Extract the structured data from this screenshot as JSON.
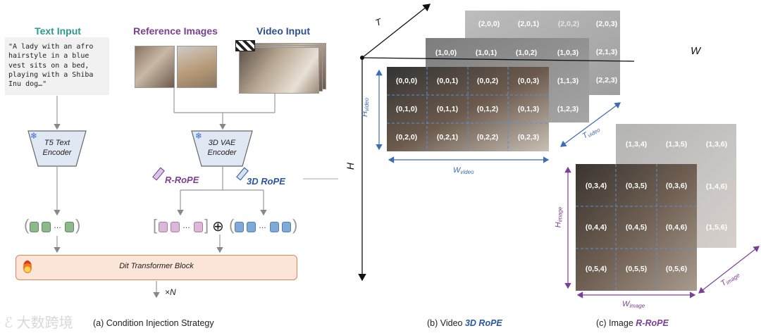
{
  "left_panel": {
    "text_input_title": "Text Input",
    "reference_images_title": "Reference Images",
    "video_input_title": "Video Input",
    "prompt_text": "\"A lady with an afro\nhairstyle in a blue\nvest sits on a bed,\nplaying with a Shiba\nInu dog…\"",
    "t5_encoder_line1": "T5 Text",
    "t5_encoder_line2": "Encoder",
    "vae_encoder_line1": "3D VAE",
    "vae_encoder_line2": "Encoder",
    "r_rope_tag": "R-RoPE",
    "rope3d_tag": "3D RoPE",
    "dit_block": "Dit Transformer Block",
    "repeat": "×N",
    "plus": "⊕",
    "caption": "(a) Condition Injection Strategy",
    "watermark": "大数跨境"
  },
  "video_panel": {
    "axis_t": "T",
    "axis_w": "W",
    "axis_h": "H",
    "h_video_main": "H",
    "h_video_sub": "video",
    "w_video_main": "W",
    "w_video_sub": "video",
    "t_video_main": "T",
    "t_video_sub": "video",
    "frame2_labels": [
      "(2,0,0)",
      "(2,0,1)",
      "(2,0,2)",
      "(2,0,3)",
      "(2,1,3)",
      "(2,2,3)"
    ],
    "frame1_labels": [
      "(1,0,0)",
      "(1,0,1)",
      "(1,0,2)",
      "(1,0,3)",
      "(1,1,3)",
      "(1,2,3)"
    ],
    "frame0_labels": [
      "(0,0,0)",
      "(0,0,1)",
      "(0,0,2)",
      "(0,0,3)",
      "(0,1,0)",
      "(0,1,1)",
      "(0,1,2)",
      "(0,1,3)",
      "(0,2,0)",
      "(0,2,1)",
      "(0,2,2)",
      "(0,2,3)"
    ],
    "caption_prefix": "(b) Video ",
    "caption_tag": "3D RoPE"
  },
  "image_panel": {
    "h_image_main": "H",
    "h_image_sub": "image",
    "w_image_main": "W",
    "w_image_sub": "image",
    "t_image_main": "T",
    "t_image_sub": "image",
    "back_labels": [
      "(1,3,4)",
      "(1,3,5)",
      "(1,3,6)",
      "(1,4,6)",
      "(1,5,6)"
    ],
    "front_labels": [
      "(0,3,4)",
      "(0,3,5)",
      "(0,3,6)",
      "(0,4,4)",
      "(0,4,5)",
      "(0,4,6)",
      "(0,5,4)",
      "(0,5,5)",
      "(0,5,6)"
    ],
    "caption_prefix": "(c) Image ",
    "caption_tag": "R-RoPE"
  },
  "colors": {
    "teal_title": "#2a9a8e",
    "purple_title": "#7a3f8c",
    "blue_title": "#2d4f8f",
    "rrope_purple": "#7b3f95",
    "rope_blue": "#2b55a0",
    "arrow_blue": "#3b6cb5"
  }
}
